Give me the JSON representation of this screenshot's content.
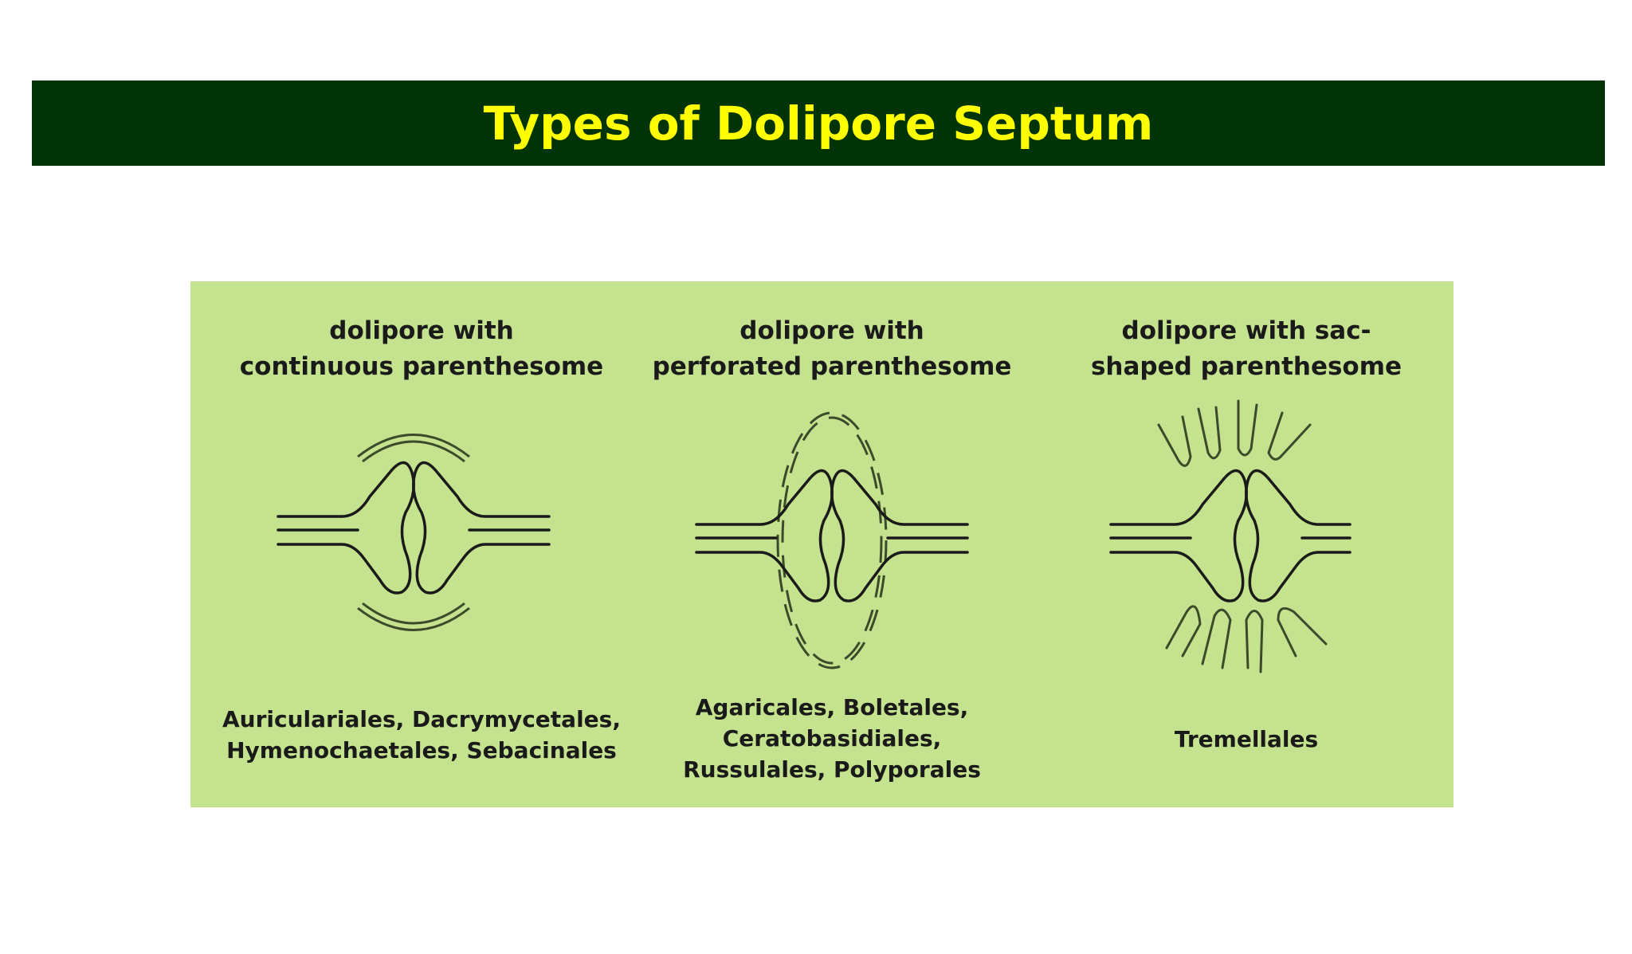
{
  "slide": {
    "title": "Types of Dolipore Septum"
  },
  "diagram": {
    "types": [
      {
        "heading_lines": [
          "dolipore with",
          "continuous parenthesome"
        ],
        "orders_lines": [
          "Auriculariales, Dacrymycetales,",
          "Hymenochaetales, Sebacinales"
        ],
        "parenthesome": "continuous"
      },
      {
        "heading_lines": [
          "dolipore with",
          "perforated parenthesome"
        ],
        "orders_lines": [
          "Agaricales, Boletales,",
          "Ceratobasidiales,",
          "Russulales, Polyporales"
        ],
        "parenthesome": "perforated"
      },
      {
        "heading_lines": [
          "dolipore with sac-",
          "shaped parenthesome"
        ],
        "orders_lines": [
          "Tremellales"
        ],
        "parenthesome": "sac-shaped"
      }
    ],
    "colors": {
      "title_bar": "#003305",
      "title_text": "#ffff00",
      "panel": "#c5e38e",
      "line": "#1a1a1a",
      "parenthesome": "#3b4a2a"
    }
  }
}
